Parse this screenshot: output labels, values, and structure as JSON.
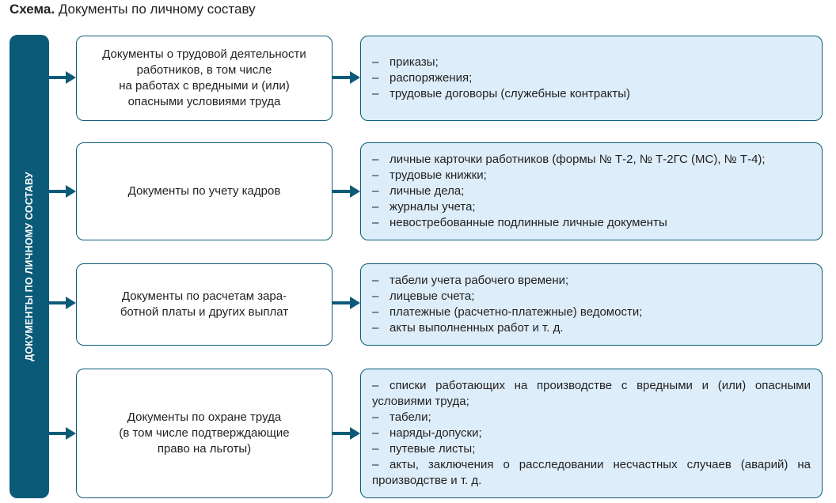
{
  "title": {
    "lead": "Схема.",
    "text": "Документы по личному составу"
  },
  "side_label": "ДОКУМЕНТЫ ПО ЛИЧНОМУ СОСТАВУ",
  "accent_color": "#0b5b78",
  "list_fill_color": "#ddeefa",
  "rows": [
    {
      "category_lines": [
        "Документы о трудовой деятельности",
        "работников, в том числе",
        "на работах с вредными и (или)",
        "опасными условиями труда"
      ],
      "items": [
        "приказы;",
        "распоряжения;",
        "трудовые договоры (служебные контракты)"
      ]
    },
    {
      "category_lines": [
        "Документы по учету кадров"
      ],
      "items": [
        "личные карточки работников (формы № Т-2, № Т-2ГС (МС), №  Т-4);",
        "трудовые книжки;",
        "личные дела;",
        "журналы учета;",
        "невостребованные подлинные личные документы"
      ]
    },
    {
      "category_lines": [
        "Документы по расчетам зара-",
        "ботной платы и других выплат"
      ],
      "items": [
        "табели учета рабочего времени;",
        "лицевые счета;",
        "платежные (расчетно-платежные) ведомости;",
        "акты выполненных работ и т. д."
      ]
    },
    {
      "category_lines": [
        "Документы по охране труда",
        "(в том числе подтверждающие",
        "право на льготы)"
      ],
      "items": [
        "списки работающих на производстве с вредными и (или) опасными условиями труда;",
        "табели;",
        "наряды-допуски;",
        "путевые листы;",
        "акты, заключения о расследовании несчастных случаев (аварий) на производстве и т. д."
      ]
    }
  ]
}
